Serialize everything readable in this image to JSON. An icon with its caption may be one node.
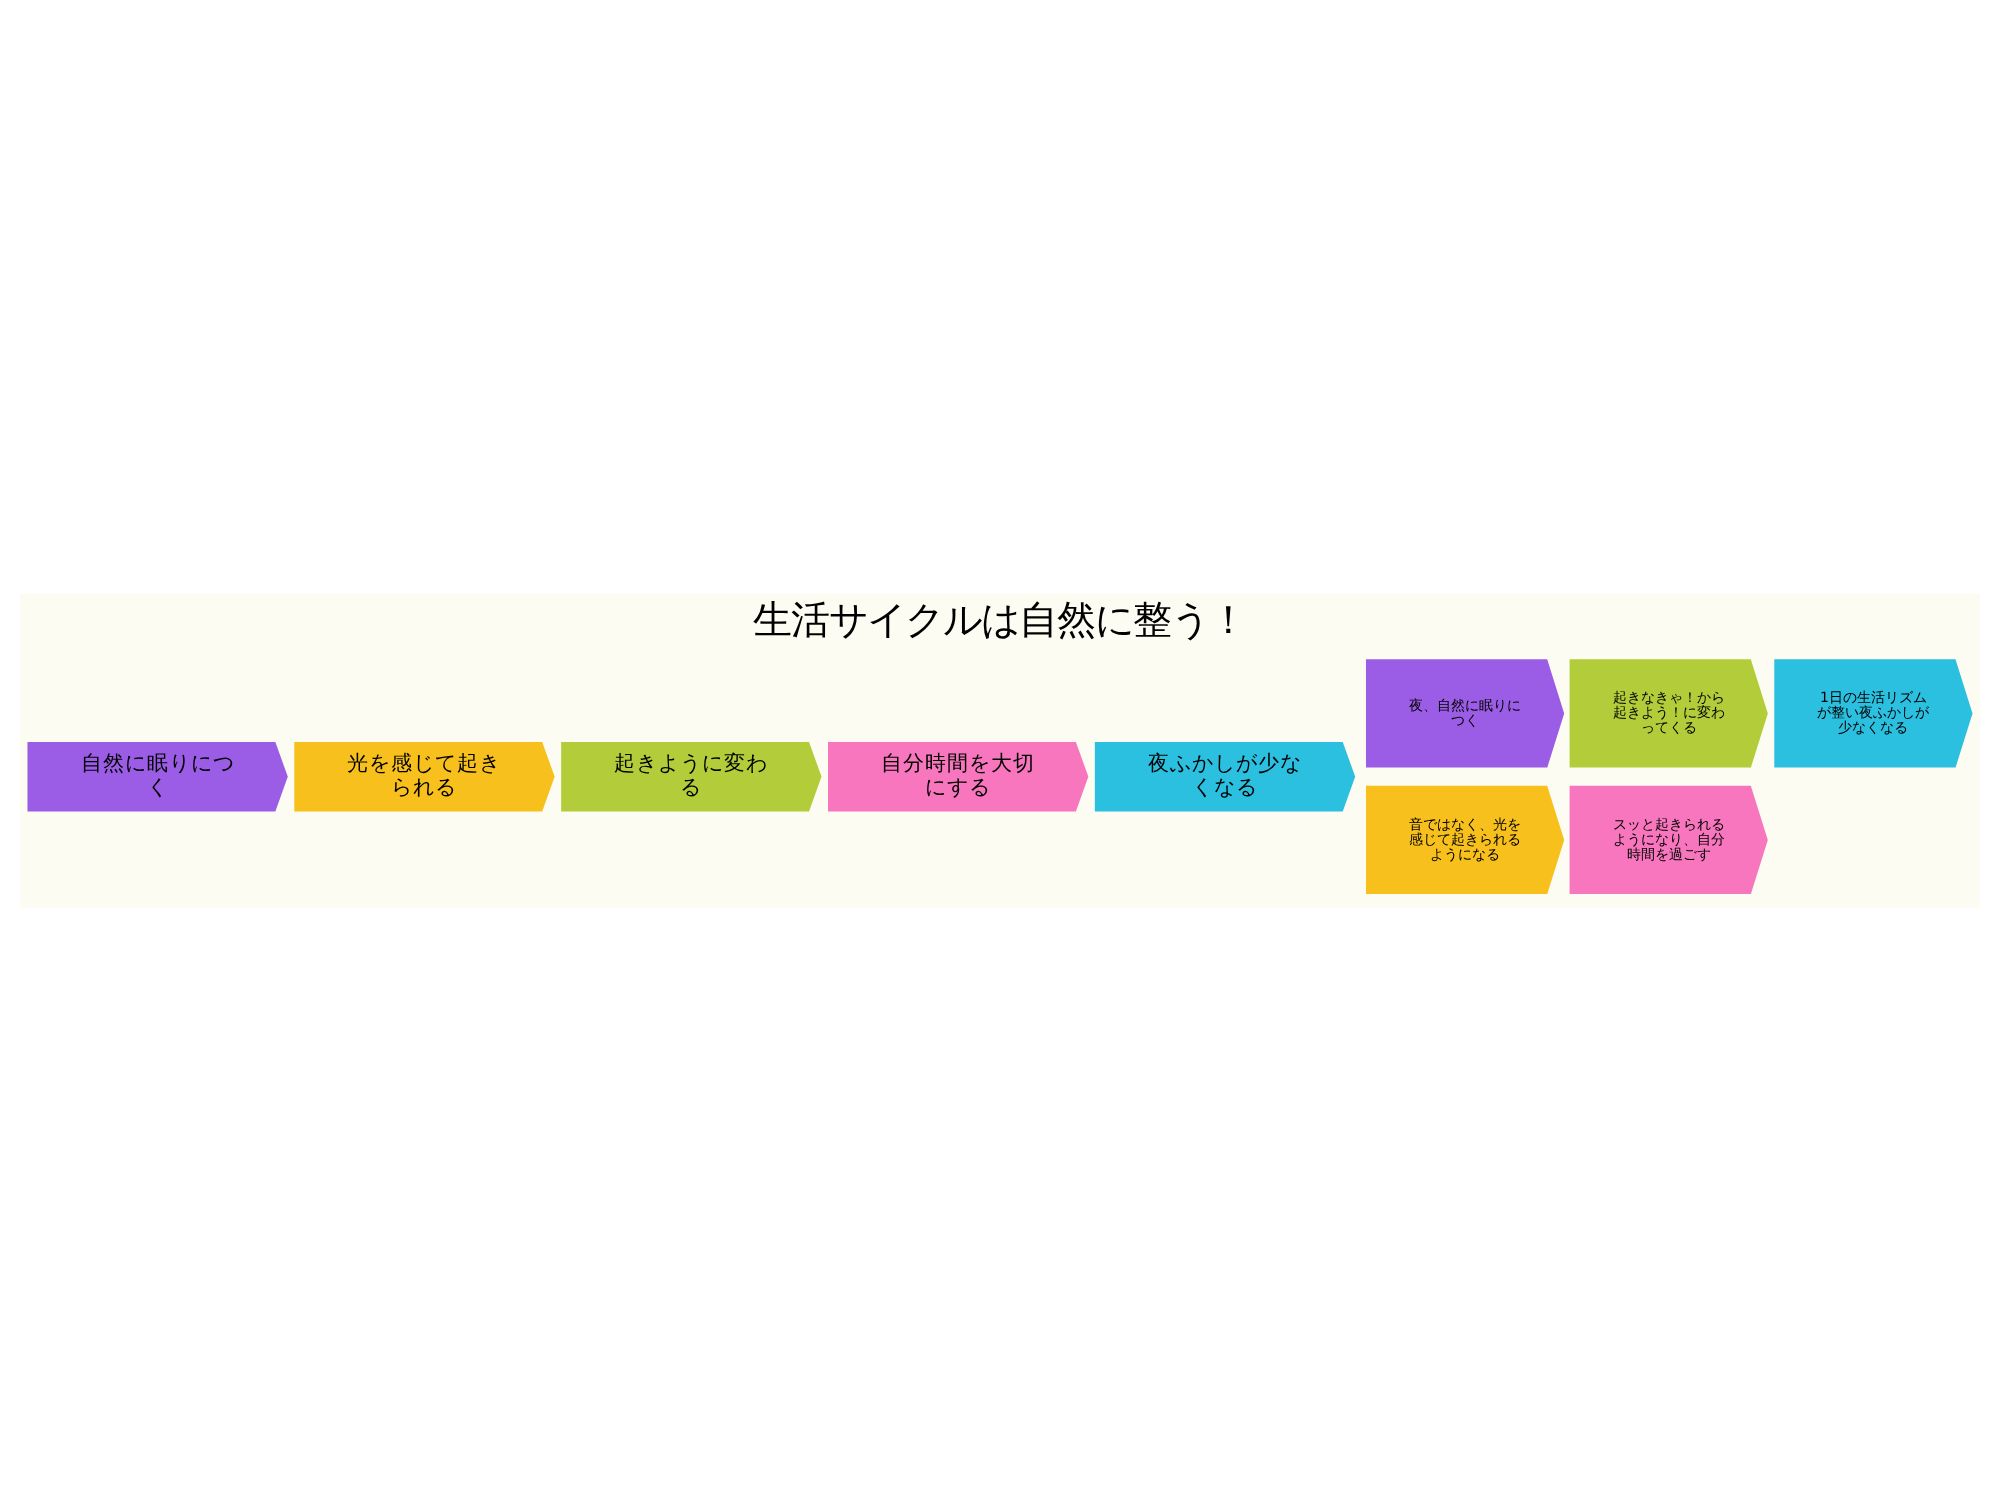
{
  "diagram": {
    "title": "生活サイクルは自然に整う！",
    "nodes": [
      {
        "text": [
          "自然に眠りにつく"
        ]
      },
      {
        "text": [
          "光を感じて起きられる"
        ]
      },
      {
        "text": [
          "起きように変わる"
        ]
      },
      {
        "text": [
          "自分時間を大切にする"
        ]
      },
      {
        "text": [
          "夜ふかしが少なくなる"
        ]
      },
      {
        "text": [
          "夜、自然に眠りにつく"
        ]
      },
      {
        "text": [
          "音ではなく、光を感じて起きられるようになる"
        ]
      },
      {
        "text": [
          "起きなきゃ！から起きよう！に変わってくる"
        ]
      },
      {
        "text": [
          "スッと起きられるようになり、自分時間を過ごす"
        ]
      },
      {
        "text": [
          "1日の生活リズムが整い夜ふかしが少なくなる"
        ]
      }
    ],
    "edges": []
  }
}
